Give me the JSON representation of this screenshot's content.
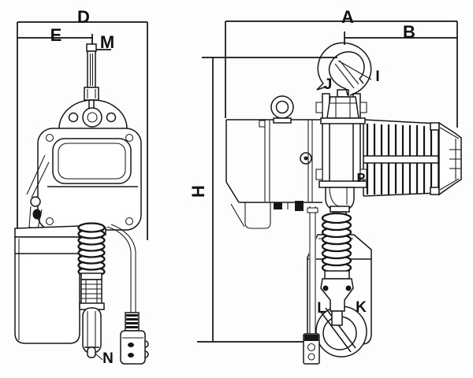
{
  "diagram": {
    "background": "#fdfdfd",
    "line_color": "#161616",
    "labels": {
      "A": "A",
      "B": "B",
      "D": "D",
      "E": "E",
      "H": "H",
      "I": "I",
      "J": "J",
      "K": "K",
      "L": "L",
      "M": "M",
      "N": "N",
      "P": "P"
    }
  }
}
